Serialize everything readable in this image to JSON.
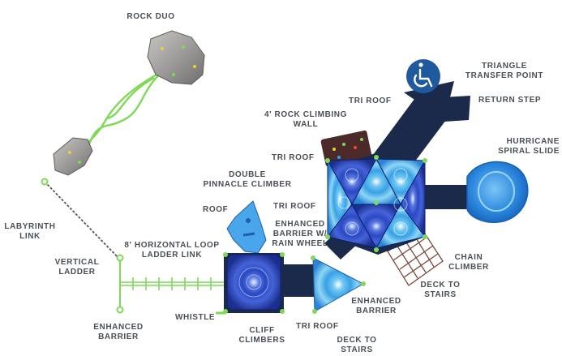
{
  "labels": {
    "rock_duo": "ROCK DUO",
    "triangle_transfer_point_1": "TRIANGLE",
    "triangle_transfer_point_2": "TRANSFER POINT",
    "return_step": "RETURN STEP",
    "tri_roof_top": "TRI ROOF",
    "rock_climbing_wall_1": "4' ROCK CLIMBING",
    "rock_climbing_wall_2": "WALL",
    "hurricane_spiral_slide_1": "HURRICANE",
    "hurricane_spiral_slide_2": "SPIRAL SLIDE",
    "tri_roof_upper_left": "TRI ROOF",
    "double_pinnacle_climber_1": "DOUBLE",
    "double_pinnacle_climber_2": "PINNACLE CLIMBER",
    "tri_roof_middle": "TRI ROOF",
    "roof": "ROOF",
    "enhanced_barrier_rain_wheel_1": "ENHANCED",
    "enhanced_barrier_rain_wheel_2": "BARRIER W/",
    "enhanced_barrier_rain_wheel_3": "RAIN WHEEL",
    "labyrinth_link_1": "LABYRINTH",
    "labyrinth_link_2": "LINK",
    "horizontal_loop_ladder_1": "8' HORIZONTAL LOOP",
    "horizontal_loop_ladder_2": "LADDER LINK",
    "vertical_ladder_1": "VERTICAL",
    "vertical_ladder_2": "LADDER",
    "chain_climber_1": "CHAIN",
    "chain_climber_2": "CLIMBER",
    "deck_to_stairs_right_1": "DECK TO",
    "deck_to_stairs_right_2": "STAIRS",
    "enhanced_barrier_1": "ENHANCED",
    "enhanced_barrier_2": "BARRIER",
    "whistle": "WHISTLE",
    "enhanced_barrier_left_1": "ENHANCED",
    "enhanced_barrier_left_2": "BARRIER",
    "cliff_climbers_1": "CLIFF",
    "cliff_climbers_2": "CLIMBERS",
    "tri_roof_bottom": "TRI ROOF",
    "deck_to_stairs_bottom_1": "DECK TO",
    "deck_to_stairs_bottom_2": "STAIRS"
  },
  "icons": {
    "accessibility": "wheelchair-accessible-icon"
  },
  "colors": {
    "label_text": "#4a4f55",
    "deck": "#1b2a4a",
    "roof_dark": "#1f3fa8",
    "roof_light": "#5fb6ec",
    "slide": "#2f8be0",
    "link_green": "#7ed957",
    "rock": "#9a9896",
    "accessibility_badge": "#1f5a9e"
  }
}
